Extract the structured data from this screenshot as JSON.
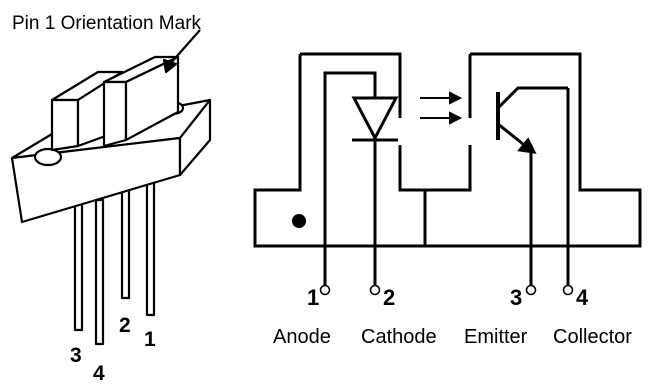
{
  "title": "Pin 1 Orientation Mark",
  "colors": {
    "ink": "#000000",
    "paper": "#ffffff"
  },
  "package_pins": [
    "3",
    "4",
    "2",
    "1"
  ],
  "schematic_pins": [
    {
      "number": "1",
      "name": "Anode"
    },
    {
      "number": "2",
      "name": "Cathode"
    },
    {
      "number": "3",
      "name": "Emitter"
    },
    {
      "number": "4",
      "name": "Collector"
    }
  ]
}
